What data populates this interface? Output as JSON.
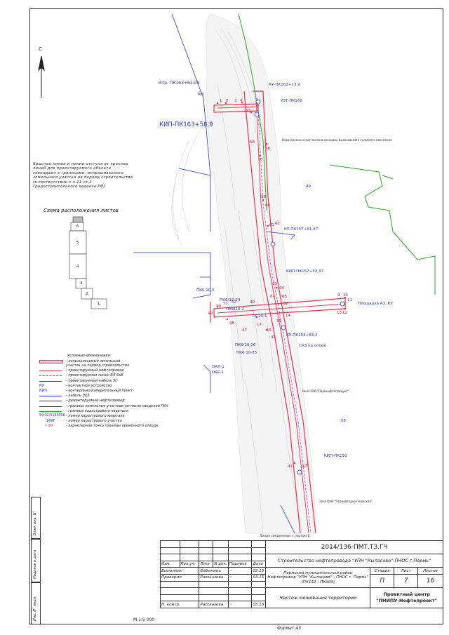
{
  "drawing": {
    "labels": {
      "kip_pk163_6209": "Кпр. ПК163+62,09",
      "ku_pk162": "КУ-ПК162+13,9",
      "uzt_pk162": "УЗТ-ПК162",
      "kip_pk163_589": "КИП-ПК163+58,9",
      "kn": "КН",
      "ku_pk157": "КУ-ПК157+61,37",
      "kip_pk157": "КИП-ПК157+32,37",
      "pk6_10_5": "ПК6 10-5",
      "pk6_10_24": "ПК6/10-24",
      "pk6_10_2": "ПК6/10-2",
      "ps10_1": "ПС10-1",
      "ku_pk154": "КУ-ПК154+83,3",
      "svz_opora": "СКЗ на опоре",
      "pk6_10_26": "ПК6/10-26",
      "pk6_10_25": "ПК6 10-25",
      "ploshadka": "Площадка А3, КУ",
      "oal_1": "ОАЛ-1",
      "oap_1": "ОАР-1",
      "kip_pk150": "КИП-ПК150",
      "q49": ":49",
      "q58": ":58",
      "liniya": "Линия соединения с листом 6",
      "zemli_nastup": "Неразграниченные земли в границах Кыласовского сельского поселения",
      "zona_ooo_permneft": "Зона ООО \"Пермнефтепродукт\"",
      "zona_pau": "Зона ОАО \"Пермавтодор-Пермская\""
    },
    "point_numbers": [
      "1",
      "2",
      "3",
      "4",
      "53",
      "9",
      "10",
      "11",
      "12",
      "13",
      "14",
      "15",
      "16",
      "17",
      "41",
      "42",
      "43",
      "47",
      "48",
      "49",
      "50",
      "51",
      "52",
      "56",
      "57",
      "58",
      "59",
      "60",
      "61",
      "62",
      "63",
      "64",
      "65",
      "66",
      "67",
      "40"
    ]
  },
  "north_label": "С",
  "note": "Красные линии и линии отступа от красных линий для проектируемого объекта совпадают с границами, испрашиваемого земельного участка на период строительства (в соответствии с п.11 ст.1 Градостроительного кодекса РФ)",
  "schema": {
    "title": "Схема расположения листов",
    "sheets": [
      "6",
      "5",
      "4",
      "3",
      "2",
      "1"
    ]
  },
  "legend": {
    "title": "Условные обозначения:",
    "items": [
      "- испрашиваемый земельный участок на период строительства",
      "- проектируемый нефтепровод",
      "- проектируемая линия ВЛ 6кВ",
      "- проектируемый кабель ЗС",
      "- контактное устройство",
      "- контрольно-измерительный пункт",
      "- кабель ЭХЗ",
      "- демонтируемый нефтепровод",
      "- границы земельных участков согласно сведений ГКН",
      "- граница кадастрового квартала",
      "- номер кадастрового квартала",
      "- номер кадастрового участка",
      "- характерная точка границы временного отвода"
    ],
    "sym_labels": {
      "ku": "КУ",
      "kip": "КИП",
      "kad_num": "59:32:5160006",
      "kad_part": ":1497",
      "point": "10"
    },
    "colors": {
      "boundary": "#e8324a",
      "pipeline": "#e8324a",
      "vl": "#cc22aa",
      "cable": "#2233cc",
      "gkn": "#2233cc",
      "kvartal": "#22aa22"
    }
  },
  "stamp": {
    "code": "2014/136-ПМТ.ТЗ.ГЧ",
    "project": "Строительство нефтепровода \"УПН \"Кыласово\"-ПНОС г.Пермь\"",
    "district": "Пермский муниципальный район",
    "object": "Нефтепровод \"УПН \"Кыласово\" - ПНОС г. Пермь\"",
    "range": "(ПК142 - ПК300)",
    "sheet_title": "Чертеж межевания территории",
    "org1": "Проектный центр",
    "org2": "\"ПНИПУ-Нефтепроект\"",
    "headers": [
      "Изм.",
      "Кол.уч.",
      "Лист",
      "N док.",
      "Подпись",
      "Дата"
    ],
    "stage_header": "Стадия",
    "sheet_header": "Лист",
    "sheets_header": "Листов",
    "stage": "П",
    "sheet": "7",
    "sheets": "16",
    "rows": [
      {
        "role": "Выполнил",
        "name": "Бобынина",
        "date": "03.15"
      },
      {
        "role": "Проверил",
        "name": "Рассказова",
        "date": "03.15"
      },
      {
        "role": "Н. контр.",
        "name": "Рассказова",
        "date": "03.15"
      }
    ]
  },
  "side": {
    "inv": "Инв. N° подл.",
    "sign": "Подпись и дата",
    "vzam": "Взам. инв. N°"
  },
  "scale": "М 1:5 000",
  "format": "Формат А3"
}
